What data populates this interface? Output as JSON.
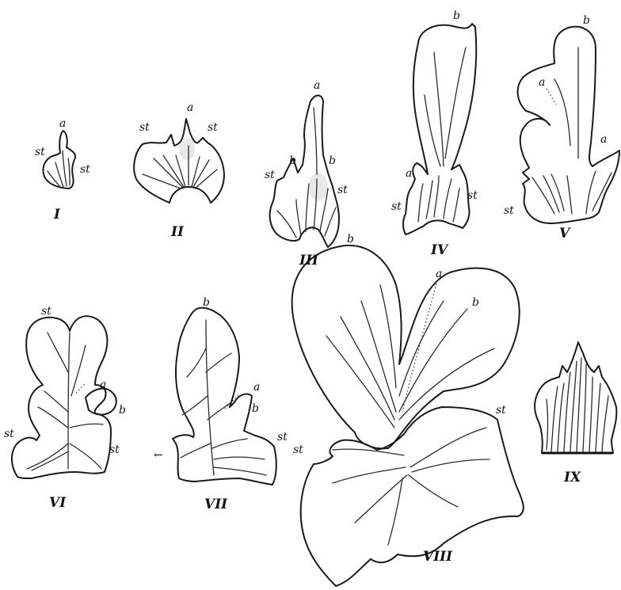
{
  "figures": [
    {
      "numeral": "I",
      "labels": [
        "a",
        "st",
        "st"
      ]
    },
    {
      "numeral": "II",
      "labels": [
        "a",
        "st",
        "st"
      ]
    },
    {
      "numeral": "III",
      "labels": [
        "a",
        "b",
        "b",
        "st",
        "st"
      ]
    },
    {
      "numeral": "IV",
      "labels": [
        "b",
        "a",
        "st",
        "st"
      ]
    },
    {
      "numeral": "V",
      "labels": [
        "b",
        "a",
        "a",
        "st"
      ]
    },
    {
      "numeral": "VI",
      "labels": [
        "st",
        "a",
        "b",
        "st",
        "st"
      ]
    },
    {
      "numeral": "VII",
      "labels": [
        "b",
        "a",
        "b",
        "st"
      ]
    },
    {
      "numeral": "VIII",
      "labels": [
        "b",
        "a",
        "b",
        "st",
        "st"
      ]
    },
    {
      "numeral": "IX",
      "labels": []
    }
  ]
}
